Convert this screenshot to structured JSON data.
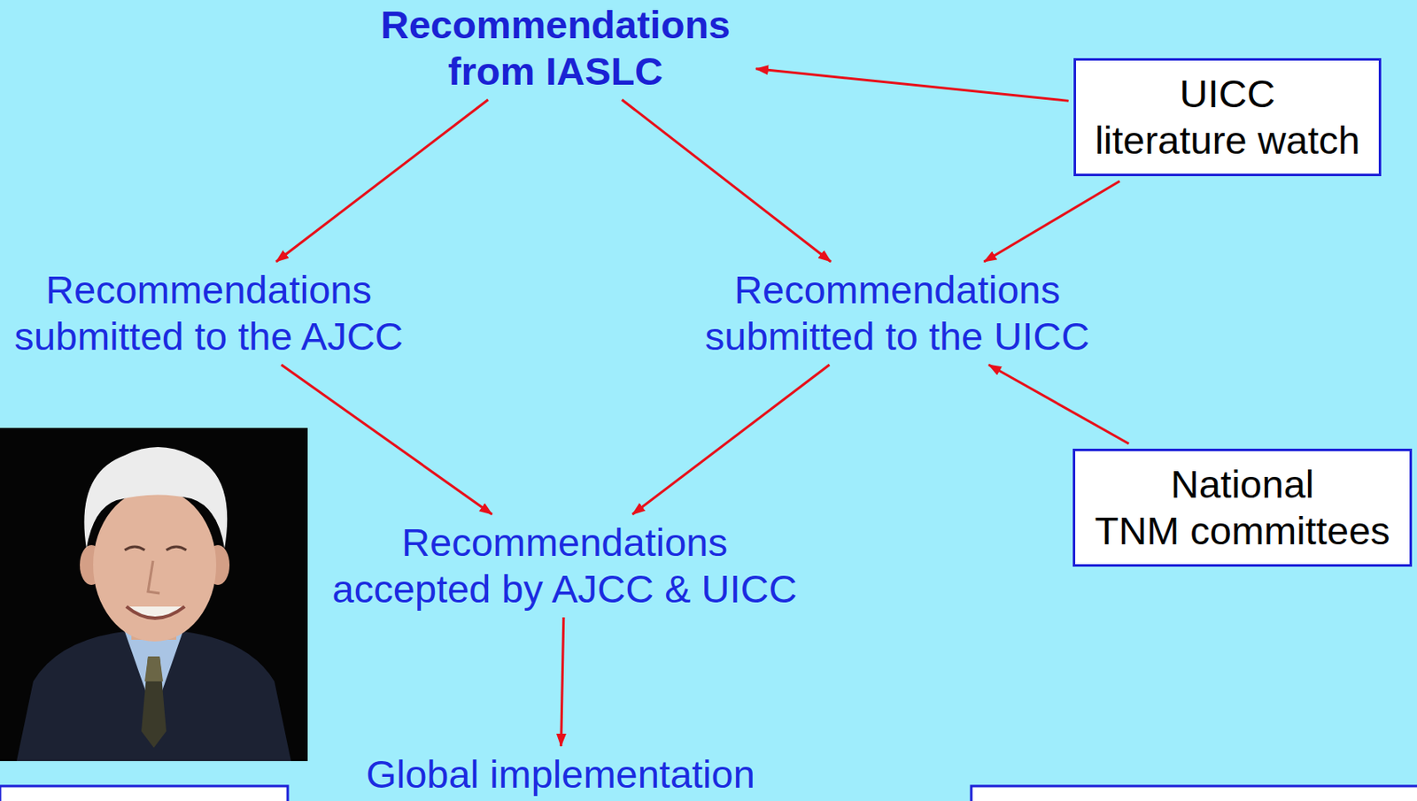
{
  "diagram": {
    "nodes": [
      {
        "text": [
          "Recommendations from IASLC"
        ]
      },
      {
        "text": [
          "UICC literature watch"
        ]
      },
      {
        "text": [
          "Recommendations submitted to the AJCC"
        ]
      },
      {
        "text": [
          "Recommendations submitted to the UICC"
        ]
      },
      {
        "text": [
          "Recommendations accepted by AJCC & UICC"
        ]
      },
      {
        "text": [
          "National TNM committees"
        ]
      },
      {
        "text": [
          "Global implementation"
        ]
      }
    ],
    "edges": [
      {
        "from": 1,
        "to": 0,
        "arrow": "to"
      },
      {
        "from": 0,
        "to": 2,
        "arrow": "to"
      },
      {
        "from": 0,
        "to": 3,
        "arrow": "to"
      },
      {
        "from": 1,
        "to": 3,
        "arrow": "to"
      },
      {
        "from": 5,
        "to": 3,
        "arrow": "to"
      },
      {
        "from": 2,
        "to": 4,
        "arrow": "to"
      },
      {
        "from": 3,
        "to": 4,
        "arrow": "to"
      },
      {
        "from": 4,
        "to": 6,
        "arrow": "to"
      }
    ]
  }
}
